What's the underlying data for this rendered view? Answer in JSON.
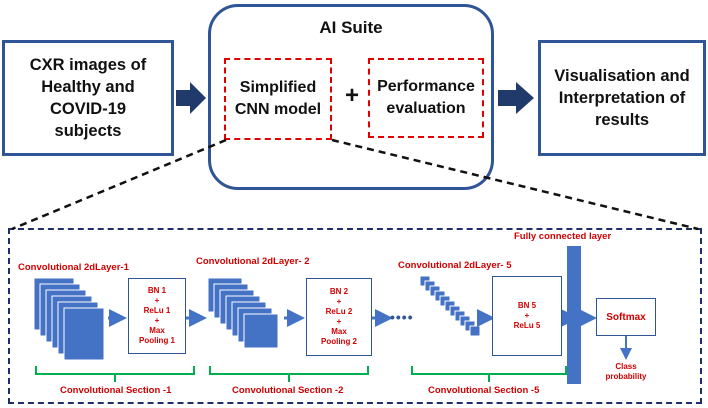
{
  "top": {
    "input_label": "CXR images of Healthy and COVID-19 subjects",
    "suite_title": "AI Suite",
    "model_label": "Simplified CNN model",
    "plus": "+",
    "perf_label": "Performance evaluation",
    "output_label": "Visualisation and Interpretation of results"
  },
  "bottom": {
    "layer1": "Convolutional 2dLayer-1",
    "layer2": "Convolutional 2dLayer- 2",
    "layer5": "Convolutional 2dLayer- 5",
    "fc": "Fully connected layer",
    "op1": [
      "BN 1",
      "+",
      "ReLu 1",
      "+",
      "Max",
      "Pooling 1"
    ],
    "op2": [
      "BN 2",
      "+",
      "ReLu 2",
      "+",
      "Max",
      "Pooling 2"
    ],
    "op5": [
      "BN 5",
      "+",
      "ReLu 5"
    ],
    "dots": "••••",
    "softmax": "Softmax",
    "class_prob": [
      "Class",
      "probability"
    ],
    "section1": "Convolutional Section -1",
    "section2": "Convolutional Section -2",
    "section5": "Convolutional Section -5"
  },
  "colors": {
    "box_border": "#2f5597",
    "fill_blue": "#4472c4",
    "red": "#d00000",
    "green": "#00b050",
    "navy": "#1f2d6b"
  }
}
